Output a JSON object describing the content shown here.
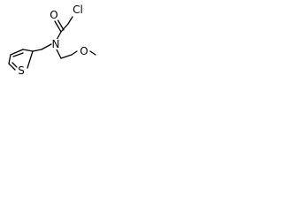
{
  "colors": {
    "background": "#ffffff",
    "bond": "#000000",
    "label": "#000000"
  },
  "molecule": {
    "atoms": [
      {
        "name": "chlorine-atom",
        "label": "Cl"
      },
      {
        "name": "carbonyl-oxygen-atom",
        "label": "O"
      },
      {
        "name": "amide-nitrogen-atom",
        "label": "N"
      },
      {
        "name": "methoxy-oxygen-atom",
        "label": "O"
      },
      {
        "name": "thiophene-sulfur-atom",
        "label": "S"
      }
    ]
  }
}
